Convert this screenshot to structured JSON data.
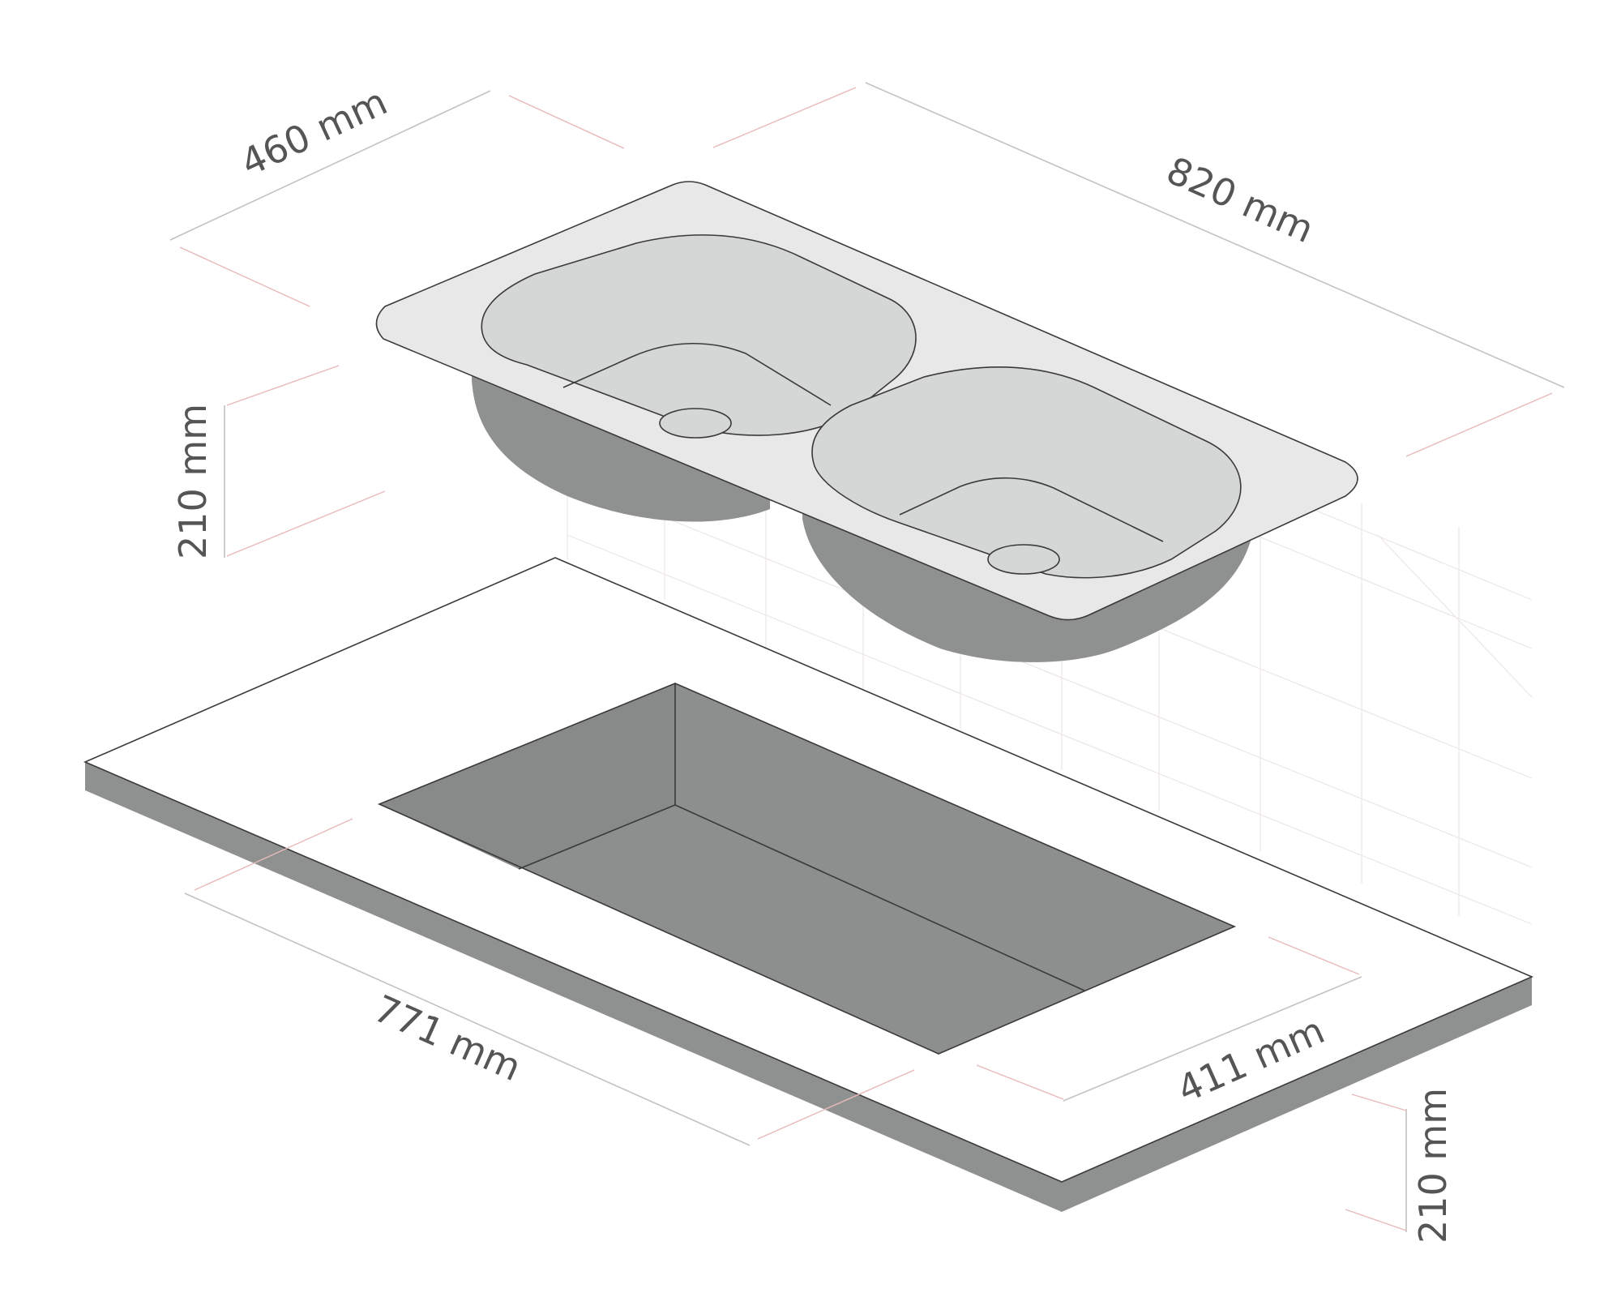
{
  "dimensions": {
    "sink_depth": "460 mm",
    "sink_length": "820 mm",
    "sink_height": "210 mm",
    "cutout_length": "771 mm",
    "cutout_width": "411 mm",
    "cutout_height": "210 mm"
  },
  "colors": {
    "background": "#ffffff",
    "sink_top": "#e8e8e8",
    "basin_inner": "#d5d6d6",
    "basin_underside": "#8e9190",
    "countertop_top": "#ffffff",
    "countertop_edge": "#8e9190",
    "cutout_cavity": "#8c8f8e",
    "dimension_text": "#555555",
    "extension_line": "#e8b9b9"
  }
}
